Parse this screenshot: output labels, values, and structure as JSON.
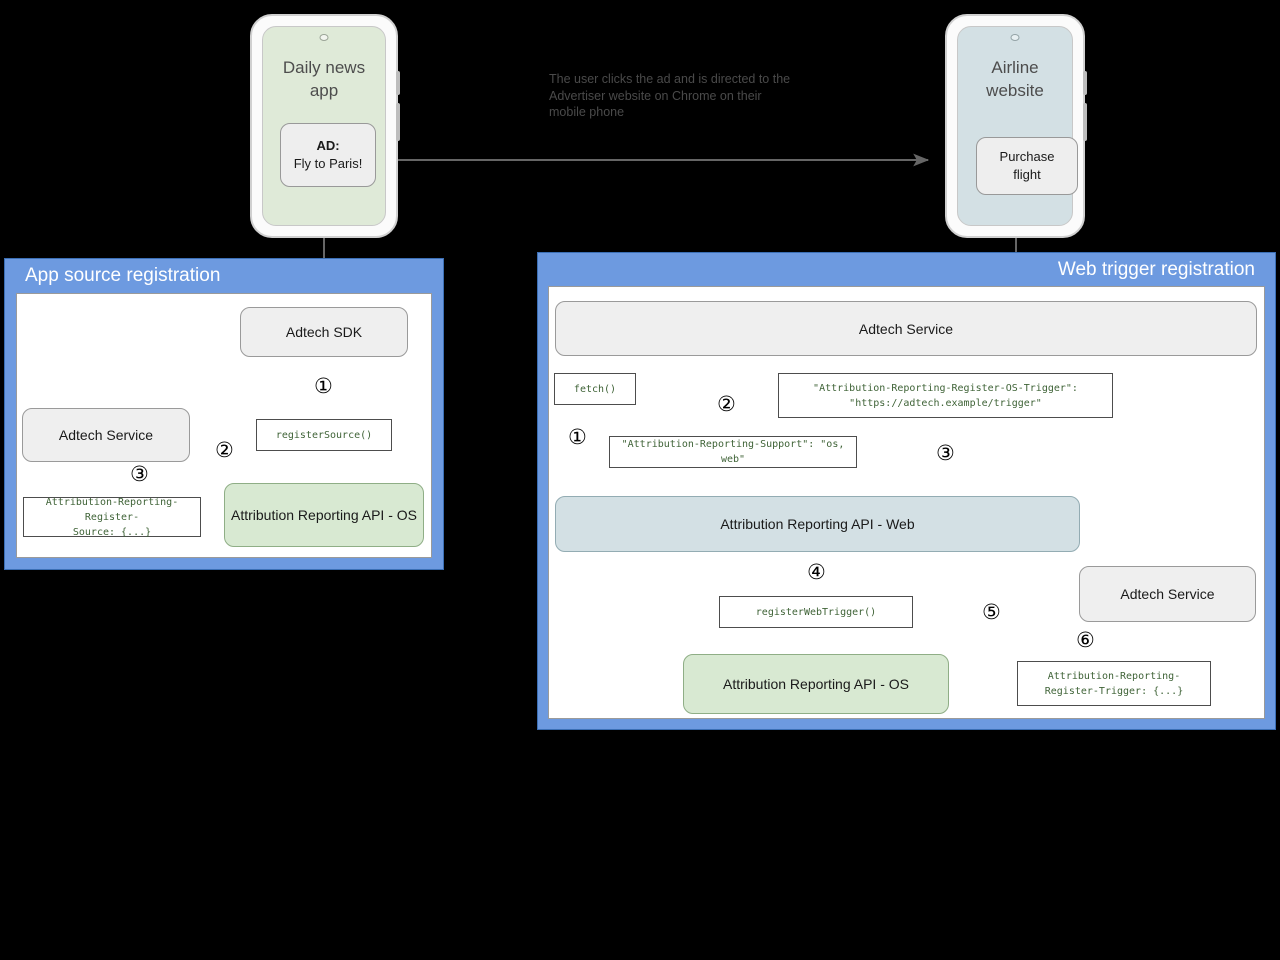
{
  "colors": {
    "panel_blue": "#6d9ae0",
    "node_grey": "#efefef",
    "node_green": "#d8e9d2",
    "node_steel": "#d3e0e4",
    "code_text": "#3f6337",
    "arrow": "#666666",
    "background": "#000000"
  },
  "phones": {
    "left": {
      "title": "Daily news\napp",
      "card_label": "AD:",
      "card_text": "Fly to Paris!"
    },
    "right": {
      "title": "Airline\nwebsite",
      "card_text": "Purchase\nflight"
    }
  },
  "annotation": {
    "flow_note": "The user clicks the ad and is directed to the Advertiser website on Chrome on their mobile phone"
  },
  "panels": [
    {
      "id": "app-source-registration",
      "title": "App source registration",
      "title_align": "left",
      "nodes": [
        {
          "id": "adtech-sdk",
          "label": "Adtech SDK",
          "style": "grey"
        },
        {
          "id": "adtech-service",
          "label": "Adtech Service",
          "style": "grey"
        },
        {
          "id": "attribution-api-os",
          "label": "Attribution Reporting API - OS",
          "style": "green"
        }
      ],
      "code_boxes": [
        {
          "id": "register-source",
          "text": "registerSource()"
        },
        {
          "id": "attribution-reporting-register-source",
          "text": "Attribution-Reporting-Register-\nSource: {...}"
        }
      ],
      "steps": [
        "①",
        "②",
        "③"
      ]
    },
    {
      "id": "web-trigger-registration",
      "title": "Web trigger registration",
      "title_align": "right",
      "nodes": [
        {
          "id": "adtech-service-top",
          "label": "Adtech Service",
          "style": "grey"
        },
        {
          "id": "attribution-api-web",
          "label": "Attribution Reporting API - Web",
          "style": "steel"
        },
        {
          "id": "adtech-service-bottom",
          "label": "Adtech Service",
          "style": "grey"
        },
        {
          "id": "attribution-api-os",
          "label": "Attribution Reporting API - OS",
          "style": "green"
        }
      ],
      "code_boxes": [
        {
          "id": "fetch",
          "text": "fetch()"
        },
        {
          "id": "attribution-reporting-support",
          "text": "\"Attribution-Reporting-Support\": \"os, web\""
        },
        {
          "id": "attribution-reporting-register-os-trigger",
          "text": "\"Attribution-Reporting-Register-OS-Trigger\":\n\"https://adtech.example/trigger\""
        },
        {
          "id": "register-web-trigger",
          "text": "registerWebTrigger()"
        },
        {
          "id": "attribution-reporting-register-trigger",
          "text": "Attribution-Reporting-\nRegister-Trigger: {...}"
        }
      ],
      "steps": [
        "①",
        "②",
        "③",
        "④",
        "⑤",
        "⑥"
      ]
    }
  ]
}
